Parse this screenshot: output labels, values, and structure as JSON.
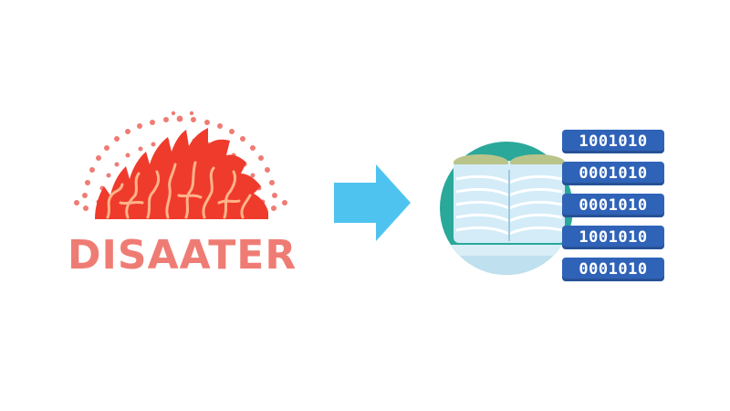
{
  "disaster": {
    "label": "DISAATER",
    "label_color": "#ef7c74",
    "fire_color": "#ef3b2c",
    "crack_color": "#ffb38a",
    "dots_color": "#ef7c74",
    "icon": "fire-icon"
  },
  "arrow": {
    "icon": "arrow-right-icon",
    "color": "#4fc3ef"
  },
  "database": {
    "icon": "database-icon",
    "circle_color": "#2aa89a",
    "disk_color": "#d3ecf8"
  },
  "binary_rows": [
    {
      "text": "1001010"
    },
    {
      "text": "0001010"
    },
    {
      "text": "0001010"
    },
    {
      "text": "1001010"
    },
    {
      "text": "0001010"
    }
  ],
  "binary_color": "#2f63b8"
}
